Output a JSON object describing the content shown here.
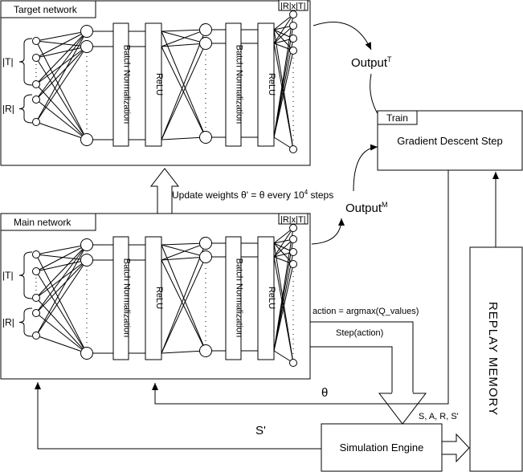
{
  "target_network": {
    "title": "Target network",
    "input_labels": [
      "|T|",
      "|R|"
    ],
    "output_label": "|R|x|T|",
    "layers": [
      "Batch Normalization",
      "ReLU",
      "Batch Normalization",
      "ReLU"
    ]
  },
  "main_network": {
    "title": "Main network",
    "input_labels": [
      "|T|",
      "|R|"
    ],
    "output_label": "|R|x|T|",
    "layers": [
      "Batch Normalization",
      "ReLU",
      "Batch Normalization",
      "ReLU"
    ]
  },
  "output_target": {
    "text": "Output",
    "sup": "T"
  },
  "output_main": {
    "text": "Output",
    "sup": "M"
  },
  "update_weights": {
    "text": "Update weights θ' = θ every 10",
    "sup": "4",
    "suffix": " steps"
  },
  "train": {
    "label": "Train",
    "step": "Gradient Descent Step"
  },
  "action_label": "action = argmax(Q_values)",
  "step_label": "Step(action)",
  "theta_label": "θ",
  "transition_label": "S, A, R, S'",
  "s_prime_label": "S'",
  "simulation_engine": "Simulation Engine",
  "replay_memory": "REPLAY MEMORY"
}
